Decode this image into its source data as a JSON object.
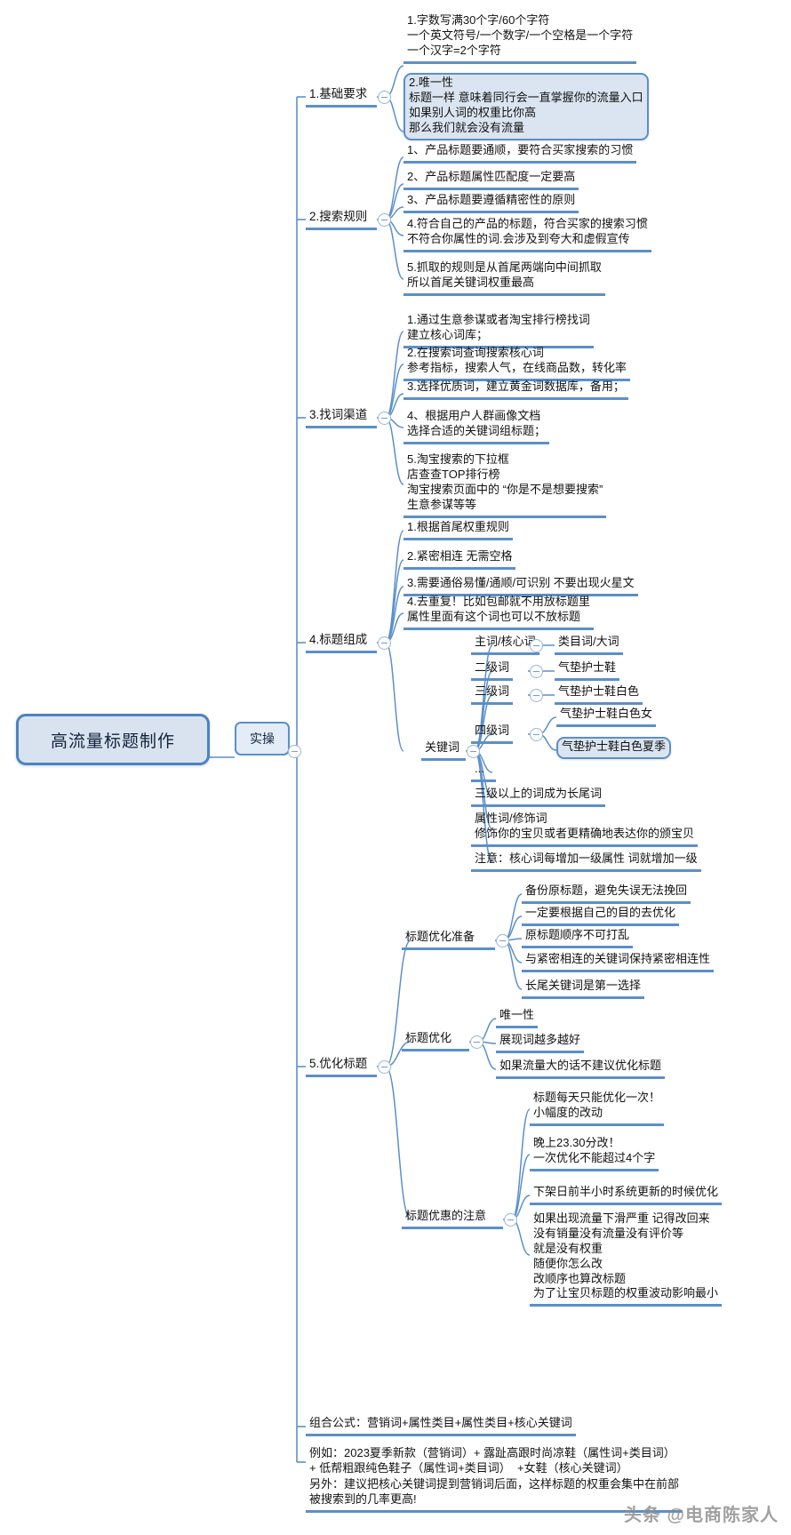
{
  "diagram": {
    "type": "mindmap",
    "title": "高流量标题制作",
    "accent_color": "#5b8fca",
    "root_fill": "#d9e3f0",
    "background": "#ffffff",
    "watermark": "头条 @电商陈家人"
  },
  "root": {
    "label": "高流量标题制作"
  },
  "level1": {
    "label": "实操"
  },
  "branches": [
    {
      "id": "b1",
      "label": "1.基础要求",
      "children": [
        {
          "text": "1.字数写满30个字/60个字符\n一个英文符号/一个数字/一个空格是一个字符\n一个汉字=2个字符"
        },
        {
          "text": "2.唯一性\n标题一样 意味着同行会一直掌握你的流量入口\n如果别人词的权重比你高\n那么我们就会没有流量",
          "boxed": true
        }
      ]
    },
    {
      "id": "b2",
      "label": "2.搜索规则",
      "children": [
        {
          "text": "1、产品标题要通顺，要符合买家搜索的习惯"
        },
        {
          "text": "2、产品标题属性匹配度一定要高"
        },
        {
          "text": "3、产品标题要遵循精密性的原则"
        },
        {
          "text": "4.符合自己的产品的标题，符合买家的搜索习惯\n不符合你属性的词.会涉及到夸大和虚假宣传"
        },
        {
          "text": "5.抓取的规则是从首尾两端向中间抓取\n所以首尾关键词权重最高"
        }
      ]
    },
    {
      "id": "b3",
      "label": "3.找词渠道",
      "children": [
        {
          "text": "1.通过生意参谋或者淘宝排行榜找词\n建立核心词库；"
        },
        {
          "text": "2.在搜索词查询搜索核心词\n参考指标，搜索人气，在线商品数，转化率"
        },
        {
          "text": "3.选择优质词，建立黄金词数据库，备用；"
        },
        {
          "text": "4、根据用户人群画像文档\n选择合适的关键词组标题；"
        },
        {
          "text": "5.淘宝搜索的下拉框\n店查查TOP排行榜\n淘宝搜索页面中的 “你是不是想要搜索”\n生意参谋等等"
        }
      ]
    },
    {
      "id": "b4",
      "label": "4.标题组成",
      "children": [
        {
          "text": "1.根据首尾权重规则"
        },
        {
          "text": "2.紧密相连 无需空格"
        },
        {
          "text": "3.需要通俗易懂/通顺/可识别 不要出现火星文"
        },
        {
          "text": "4.去重复！比如包邮就不用放标题里\n属性里面有这个词也可以不放标题"
        }
      ],
      "keyword_group": {
        "label": "关键词",
        "rows": [
          {
            "level": "主词/核心词",
            "value": "类目词/大词"
          },
          {
            "level": "二级词",
            "value": "气垫护士鞋"
          },
          {
            "level": "三级词",
            "value": "气垫护士鞋白色"
          },
          {
            "level": "四级词",
            "value": "气垫护士鞋白色女",
            "value2": "气垫护士鞋白色夏季"
          },
          {
            "level": "...",
            "value": ""
          }
        ],
        "notes": [
          {
            "text": "三级以上的词成为长尾词"
          },
          {
            "text": "属性词/修饰词\n修饰你的宝贝或者更精确地表达你的颁宝贝"
          },
          {
            "text": "注意：核心词每增加一级属性 词就增加一级"
          }
        ]
      }
    },
    {
      "id": "b5",
      "label": "5.优化标题",
      "subgroups": [
        {
          "label": "标题优化准备",
          "children": [
            {
              "text": "备份原标题，避免失误无法挽回"
            },
            {
              "text": "一定要根据自己的目的去优化"
            },
            {
              "text": "原标题顺序不可打乱"
            },
            {
              "text": "与紧密相连的关键词保持紧密相连性"
            },
            {
              "text": "长尾关键词是第一选择"
            }
          ]
        },
        {
          "label": "标题优化",
          "children": [
            {
              "text": "唯一性"
            },
            {
              "text": "展现词越多越好"
            },
            {
              "text": "如果流量大的话不建议优化标题"
            }
          ]
        },
        {
          "label": "标题优惠的注意",
          "children": [
            {
              "text": "标题每天只能优化一次！\n小幅度的改动"
            },
            {
              "text": "晚上23.30分改！\n一次优化不能超过4个字"
            },
            {
              "text": "下架日前半小时系统更新的时候优化"
            },
            {
              "text": "如果出现流量下滑严重 记得改回来\n没有销量没有流量没有评价等\n就是没有权重\n随便你怎么改\n改顺序也算改标题\n为了让宝贝标题的权重波动影响最小"
            }
          ]
        }
      ]
    },
    {
      "id": "b6",
      "label": "组合公式：营销词+属性类目+属性类目+核心关键词"
    },
    {
      "id": "b7",
      "label": "例如：2023夏季新款（营销词）+ 露趾高跟时尚凉鞋（属性词+类目词）\n+ 低帮粗跟纯色鞋子（属性词+类目词）  +女鞋（核心关键词）\n另外：建议把核心关键词提到营销词后面，这样标题的权重会集中在前部\n被搜索到的几率更高!"
    }
  ]
}
